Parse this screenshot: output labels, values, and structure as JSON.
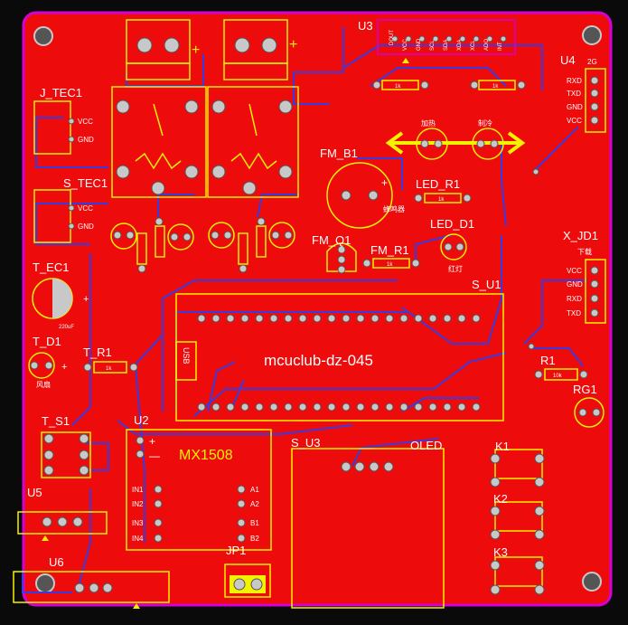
{
  "colors": {
    "board": "#ee0b0b",
    "silk": "#f3f200",
    "trace": "#3a3ae0",
    "outline": "#d400d4",
    "pad": "#c8c8c8"
  },
  "labels": {
    "u3": "U3",
    "u4": "U4",
    "u4_sub": "2G",
    "j_tec1": "J_TEC1",
    "s_tec1": "S_TEC1",
    "t_ec1": "T_EC1",
    "t_d1": "T_D1",
    "t_r1": "T_R1",
    "t_s1": "T_S1",
    "u2": "U2",
    "mx1508": "MX1508",
    "s_u3": "S_U3",
    "oled": "OLED",
    "fm_b1": "FM_B1",
    "fm_q1": "FM_Q1",
    "fm_r1": "FM_R1",
    "led_r1": "LED_R1",
    "led_d1": "LED_D1",
    "s_u1": "S_U1",
    "title": "mcuclub-dz-045",
    "usb": "USB",
    "r1": "R1",
    "rg1": "RG1",
    "x_jd1": "X_JD1",
    "x_jd1_sub": "下载",
    "k1": "K1",
    "k2": "K2",
    "k3": "K3",
    "u5": "U5",
    "u6": "U6",
    "jp1": "JP1",
    "plus": "+",
    "minus": "—",
    "buzzer": "蜂鸣器",
    "red_light": "红灯",
    "heat": "加热",
    "cool": "制冷",
    "fan": "风扇",
    "cap_value": "220uF",
    "r_1k": "1k",
    "r_10k": "10k"
  },
  "pins": {
    "u4": [
      "RXD",
      "TXD",
      "GND",
      "VCC"
    ],
    "x_jd1": [
      "VCC",
      "GND",
      "RXD",
      "TXD"
    ],
    "j_tec1": [
      "VCC",
      "GND"
    ],
    "s_tec1": [
      "VCC",
      "GND"
    ],
    "u2_left": [
      "IN1",
      "IN2",
      "IN3",
      "IN4"
    ],
    "u2_right": [
      "A1",
      "A2",
      "B1",
      "B2"
    ],
    "u3": [
      "DOUT",
      "VCC",
      "GND",
      "SCL",
      "SDA",
      "XDA",
      "XCL",
      "ADO",
      "INT"
    ]
  }
}
